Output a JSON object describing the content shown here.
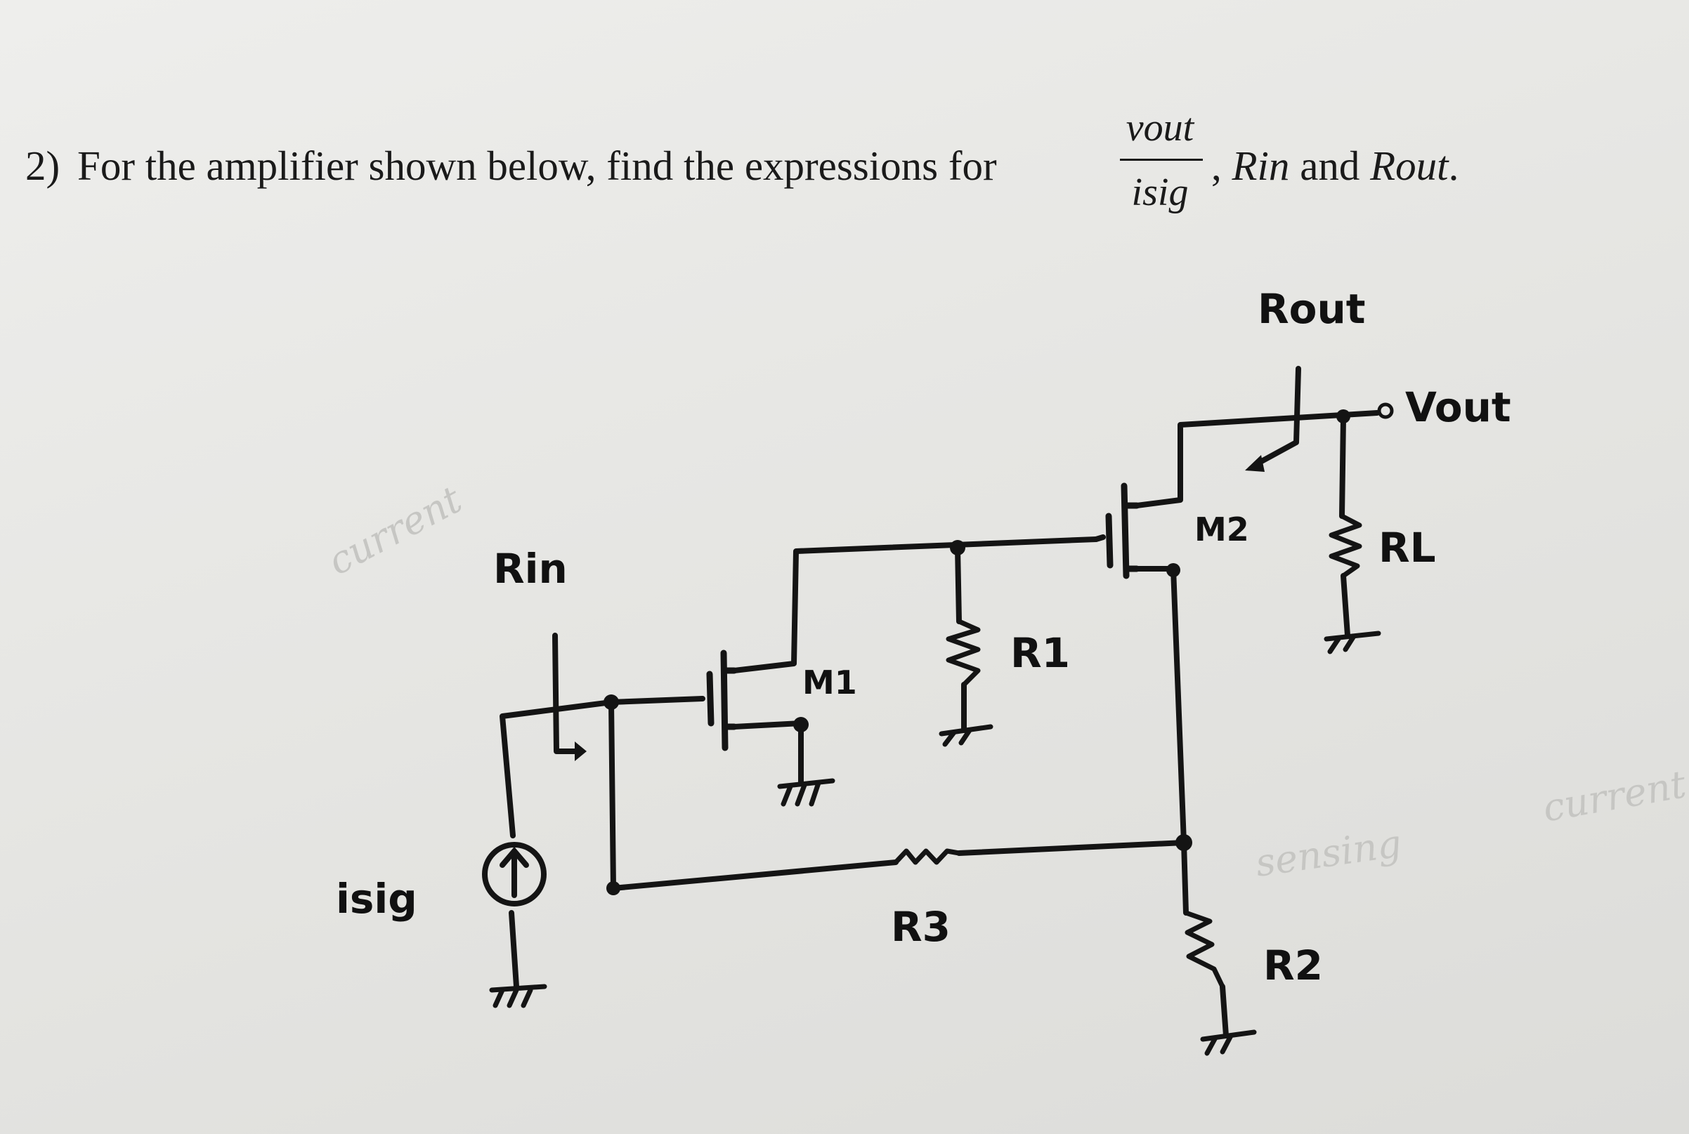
{
  "question": {
    "number": "2)",
    "text": "For the amplifier shown below, find the expressions for",
    "fraction": {
      "numerator": "vout",
      "denominator": "isig"
    },
    "comma": ",",
    "rin": "Rin",
    "and": "and",
    "rout": "Rout",
    "period": "."
  },
  "labels": {
    "rout": "Rout",
    "vout": "Vout",
    "rin": "Rin",
    "m1": "M1",
    "m2": "M2",
    "r1": "R1",
    "r2": "R2",
    "r3": "R3",
    "rl": "RL",
    "isig": "isig"
  },
  "faint_notes": [
    "current",
    "sensing",
    "current"
  ]
}
